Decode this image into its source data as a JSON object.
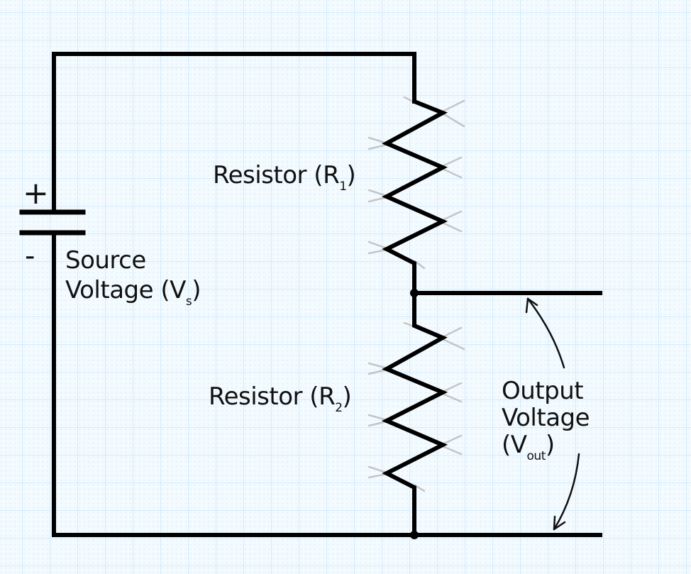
{
  "diagram": {
    "title": "Voltage Divider Circuit",
    "background": {
      "color": "#f4fbff",
      "grid_color": "#d6ecfa",
      "dot_color": "#e2f1fb"
    },
    "wire_color": "#000000",
    "source": {
      "plus_sign": "+",
      "minus_sign": "-",
      "label_line1": "Source",
      "label_line2": "Voltage (V",
      "label_sub": "s",
      "label_close": ")"
    },
    "resistor1": {
      "label": "Resistor (R",
      "sub": "1",
      "close": ")"
    },
    "resistor2": {
      "label": "Resistor (R",
      "sub": "2",
      "close": ")"
    },
    "output": {
      "line1": "Output",
      "line2": "Voltage",
      "line3_open": "(V",
      "line3_sub": "out",
      "line3_close": ")"
    }
  }
}
